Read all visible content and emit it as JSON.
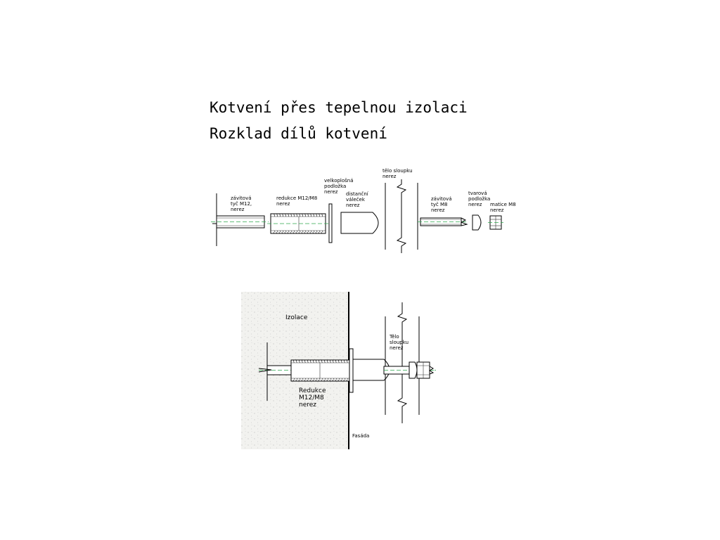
{
  "title": {
    "line1": "Kotvení přes tepelnou izolaci",
    "line2": "Rozklad dílů kotvení"
  },
  "exploded": {
    "rod_m12": [
      "závitová",
      "tyč M12,",
      "nerez"
    ],
    "reducer": [
      "redukce M12/M8",
      "nerez"
    ],
    "washer_large": [
      "velkoplošná",
      "podložka",
      "nerez"
    ],
    "spacer": [
      "distanční",
      "váleček",
      "nerez"
    ],
    "post_body": [
      "tělo sloupku",
      "nerez"
    ],
    "rod_m8": [
      "závitová",
      "tyč M8",
      "nerez"
    ],
    "washer_shaped": [
      "tvarová",
      "podložka",
      "nerez"
    ],
    "nut": [
      "matice M8",
      "nerez"
    ]
  },
  "assembled": {
    "insulation": "Izolace",
    "post_body": [
      "Tělo",
      "sloupku",
      "nerez"
    ],
    "reducer": [
      "Redukce",
      "M12/M8",
      "nerez"
    ],
    "facade": "Fasáda"
  },
  "colors": {
    "line": "#000000",
    "centerline": "#2fa84f",
    "insulation_fill": "#f1f1ee"
  }
}
